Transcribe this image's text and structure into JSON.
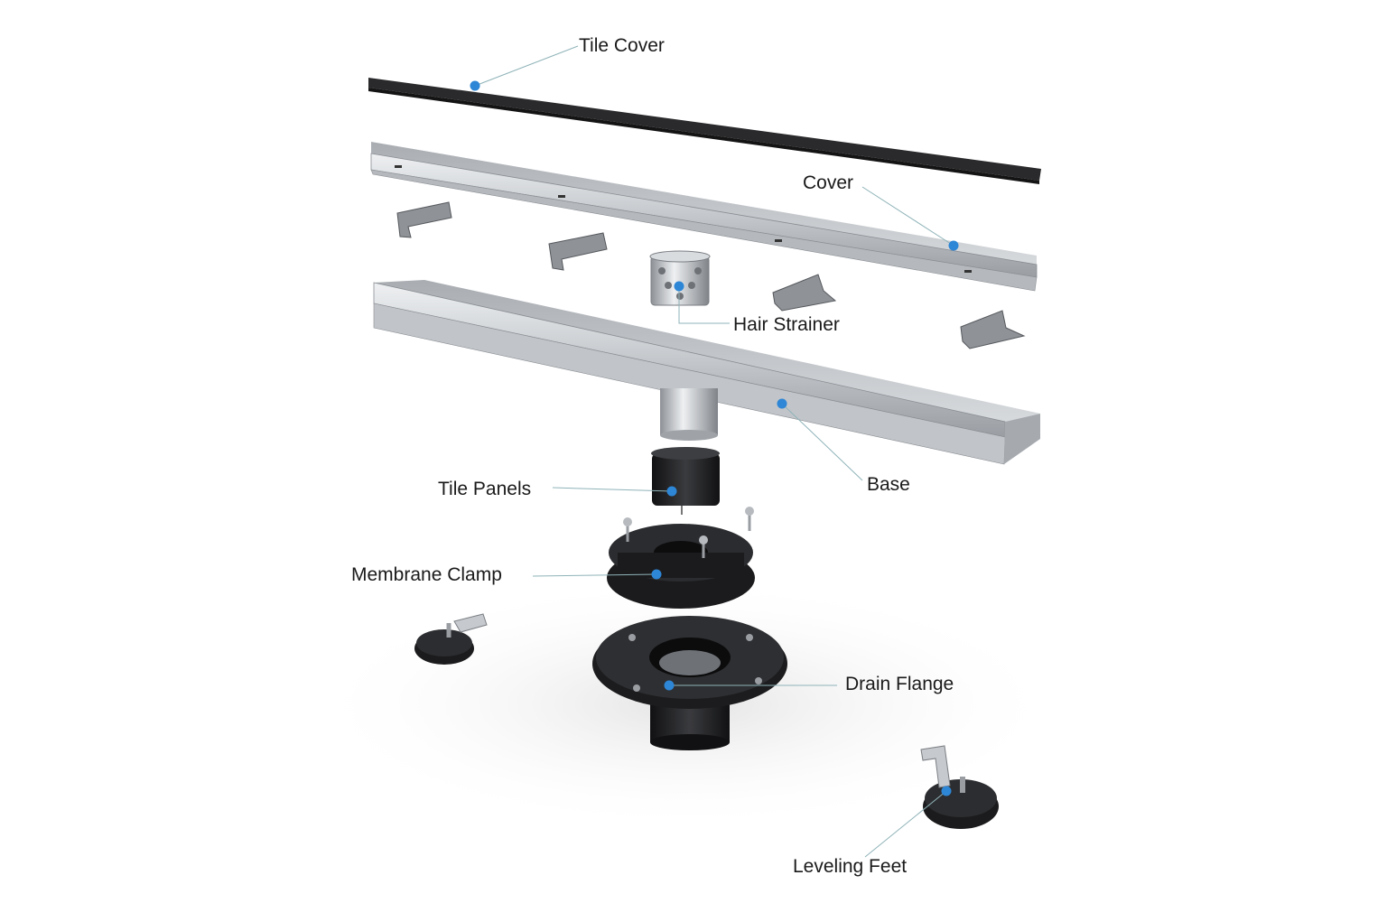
{
  "parts": {
    "tile_cover": "Tile Cover",
    "cover": "Cover",
    "hair_strainer": "Hair Strainer",
    "base": "Base",
    "tile_panels": "Tile Panels",
    "membrane_clamp": "Membrane Clamp",
    "drain_flange": "Drain Flange",
    "leveling_feet": "Leveling Feet"
  },
  "colors": {
    "marker": "#2d86d6",
    "leader": "#8fb3b8",
    "steel": "#c9ccd0",
    "dark": "#1f1f21"
  }
}
